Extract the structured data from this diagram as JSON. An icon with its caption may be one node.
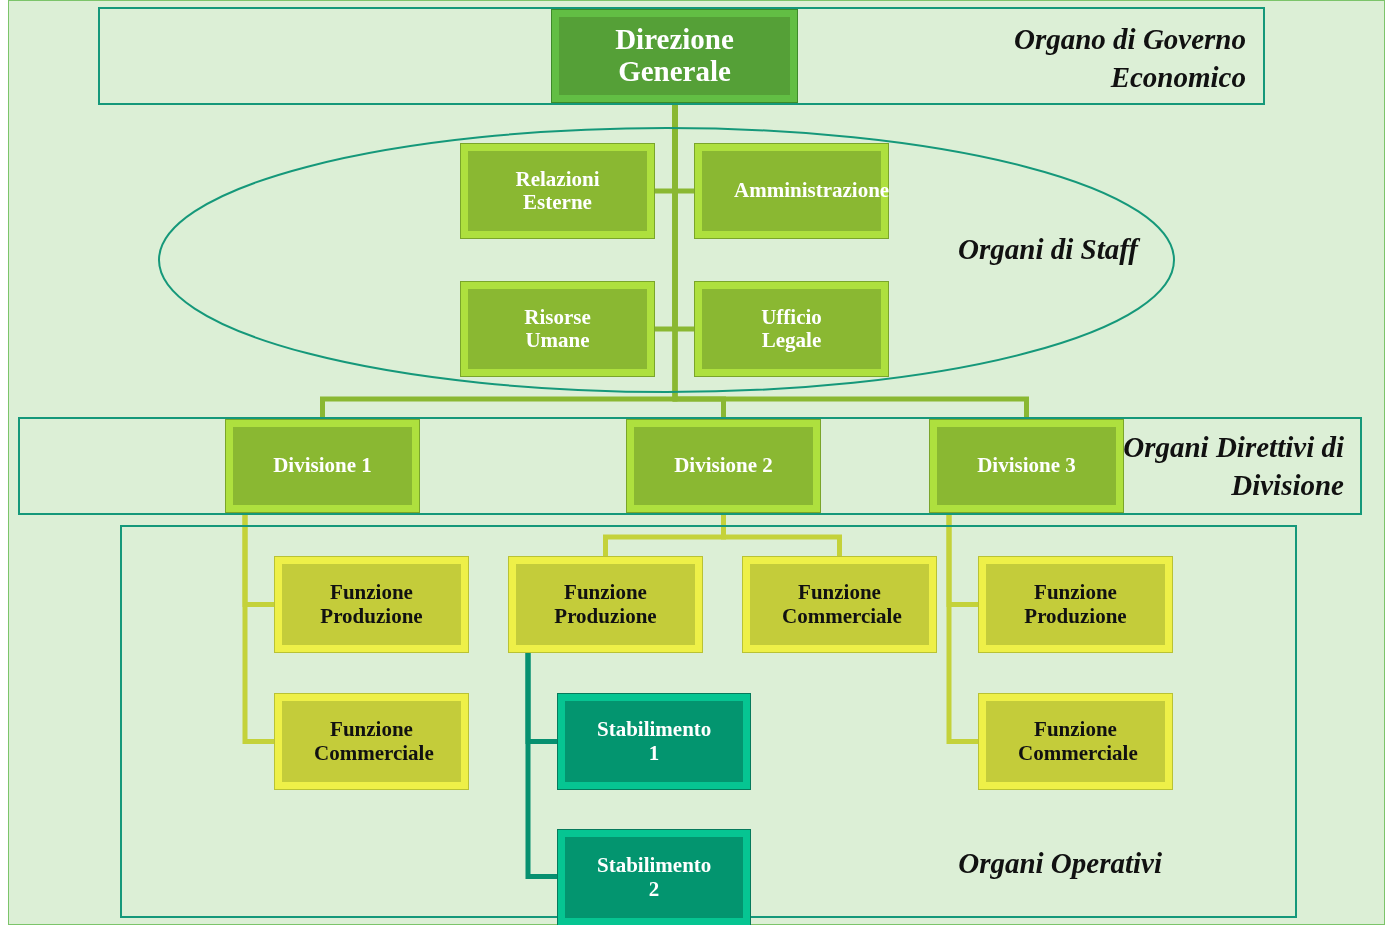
{
  "diagram": {
    "nodes": [
      {
        "text": [
          "Organo di Governo Economico"
        ]
      },
      {
        "text": [
          "Direzione Generale"
        ],
        "in": 0
      },
      {
        "text": [
          "Organi di Staff"
        ]
      },
      {
        "text": [
          "Relazioni Esterne"
        ],
        "in": 2
      },
      {
        "text": [
          "Amministrazione"
        ],
        "in": 2
      },
      {
        "text": [
          "Risorse Umane"
        ],
        "in": 2
      },
      {
        "text": [
          "Ufficio Legale"
        ],
        "in": 2
      },
      {
        "text": [
          "Organi Direttivi di Divisione"
        ]
      },
      {
        "text": [
          "Divisione 1"
        ],
        "in": 7
      },
      {
        "text": [
          "Divisione 2"
        ],
        "in": 7
      },
      {
        "text": [
          "Divisione 3"
        ],
        "in": 7
      },
      {
        "text": [
          "Organi Operativi"
        ]
      },
      {
        "text": [
          "Funzione Produzione"
        ],
        "in": 11
      },
      {
        "text": [
          "Funzione Commerciale"
        ],
        "in": 11
      },
      {
        "text": [
          "Funzione Produzione"
        ],
        "in": 11
      },
      {
        "text": [
          "Funzione Commerciale"
        ],
        "in": 11
      },
      {
        "text": [
          "Funzione Produzione"
        ],
        "in": 11
      },
      {
        "text": [
          "Funzione Commerciale"
        ],
        "in": 11
      },
      {
        "text": [
          "Stabilimento 1"
        ],
        "in": 11
      },
      {
        "text": [
          "Stabilimento 2"
        ],
        "in": 11
      }
    ],
    "edges": [
      {
        "from": 1,
        "to": 3,
        "arrow": "none"
      },
      {
        "from": 1,
        "to": 4,
        "arrow": "none"
      },
      {
        "from": 1,
        "to": 5,
        "arrow": "none"
      },
      {
        "from": 1,
        "to": 6,
        "arrow": "none"
      },
      {
        "from": 1,
        "to": 8,
        "arrow": "none"
      },
      {
        "from": 1,
        "to": 9,
        "arrow": "none"
      },
      {
        "from": 1,
        "to": 10,
        "arrow": "none"
      },
      {
        "from": 8,
        "to": 12,
        "arrow": "none",
        "color": "#c4d23a"
      },
      {
        "from": 8,
        "to": 13,
        "arrow": "none",
        "color": "#c4d23a"
      },
      {
        "from": 9,
        "to": 14,
        "arrow": "none",
        "color": "#c4d23a"
      },
      {
        "from": 9,
        "to": 15,
        "arrow": "none",
        "color": "#c4d23a"
      },
      {
        "from": 14,
        "to": 18,
        "arrow": "none",
        "color": "#079070"
      },
      {
        "from": 14,
        "to": 19,
        "arrow": "none",
        "color": "#079070"
      },
      {
        "from": 10,
        "to": 16,
        "arrow": "none",
        "color": "#c4d23a"
      },
      {
        "from": 10,
        "to": 17,
        "arrow": "none",
        "color": "#c4d23a"
      }
    ]
  }
}
